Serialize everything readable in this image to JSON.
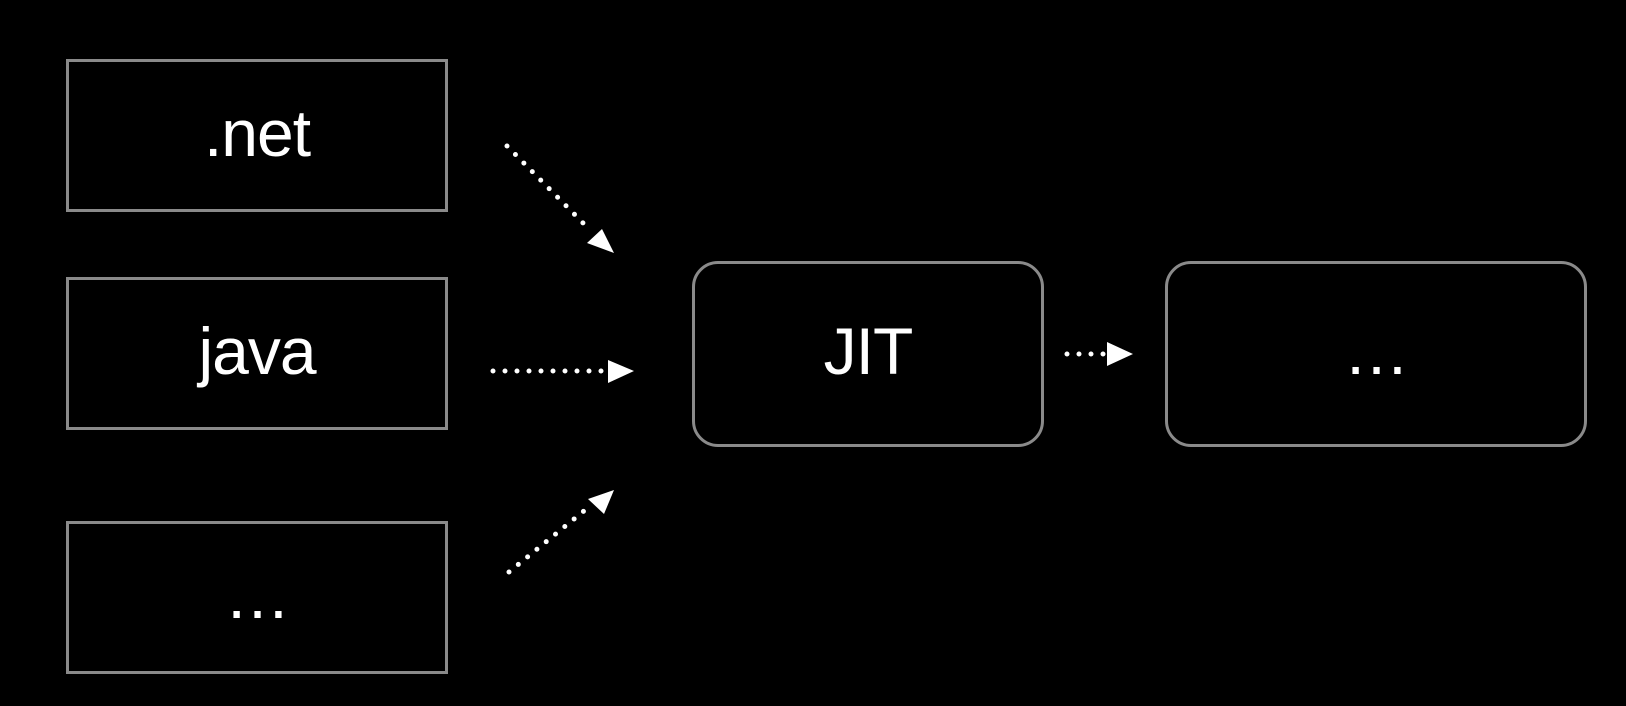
{
  "diagram": {
    "sources": [
      {
        "label": ".net"
      },
      {
        "label": "java"
      },
      {
        "label": "…"
      }
    ],
    "jit": {
      "label": "JIT"
    },
    "target": {
      "label": "…"
    },
    "colors": {
      "background": "#000000",
      "box_border": "#8a8a8a",
      "text": "#ffffff",
      "arrow": "#ffffff"
    }
  }
}
